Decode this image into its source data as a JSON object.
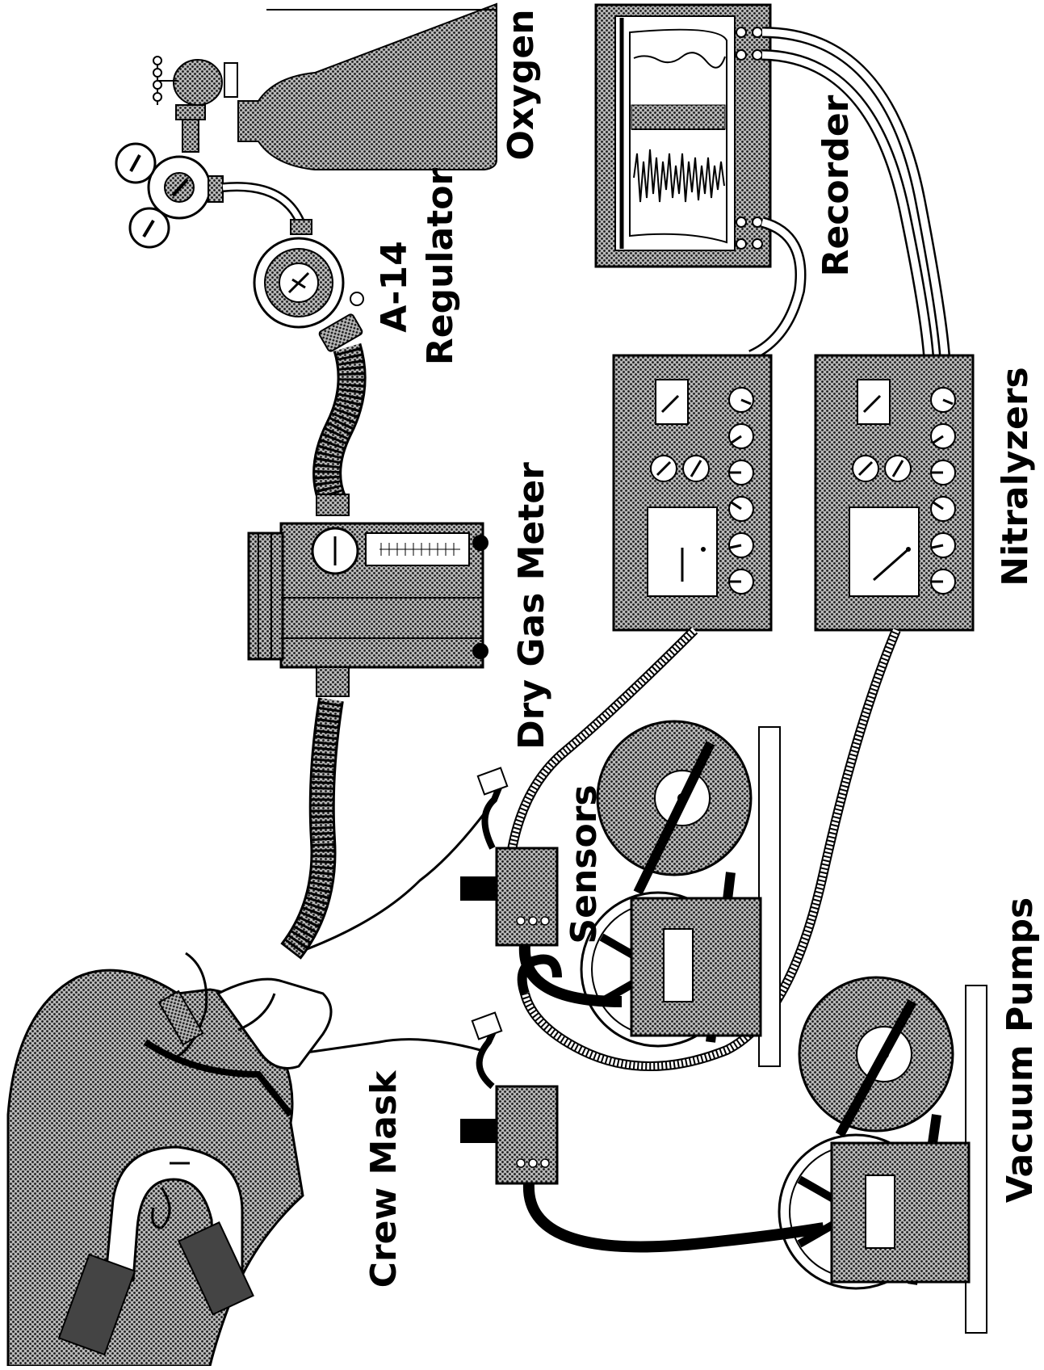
{
  "labels": {
    "oxygen": "Oxygen",
    "regulator_line1": "A-14",
    "regulator_line2": "Regulator",
    "dry_gas_meter": "Dry Gas Meter",
    "recorder": "Recorder",
    "nitralyzers": "Nitralyzers",
    "sensors": "Sensors",
    "vacuum_pumps": "Vacuum Pumps",
    "crew_mask": "Crew Mask"
  },
  "colors": {
    "ink": "#000000",
    "paper": "#ffffff",
    "stipple": "#8a8a8a"
  }
}
